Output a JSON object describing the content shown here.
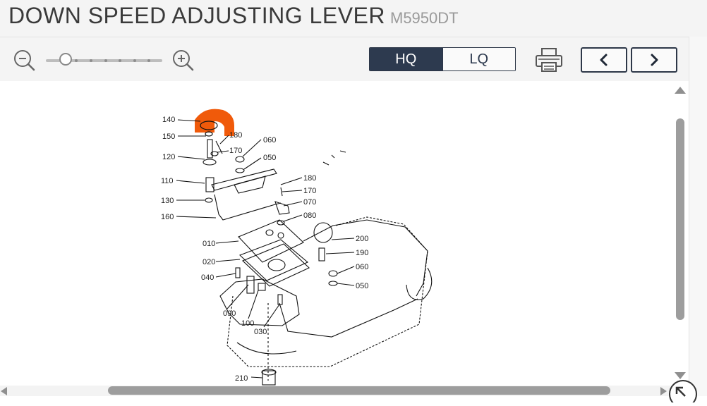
{
  "header": {
    "title": "DOWN SPEED ADJUSTING LEVER",
    "model": "M5950DT"
  },
  "toolbar": {
    "zoom_out_icon": "zoom-out-icon",
    "zoom_in_icon": "zoom-in-icon",
    "zoom_level": 0.17,
    "quality_options": [
      "HQ",
      "LQ"
    ],
    "quality_selected": "HQ",
    "print_icon": "printer-icon",
    "prev_icon": "chevron-left-icon",
    "next_icon": "chevron-right-icon"
  },
  "diagram": {
    "highlight_color": "#f05a0a",
    "part_labels": [
      {
        "id": "140"
      },
      {
        "id": "150"
      },
      {
        "id": "180"
      },
      {
        "id": "170"
      },
      {
        "id": "060"
      },
      {
        "id": "120"
      },
      {
        "id": "050"
      },
      {
        "id": "110"
      },
      {
        "id": "180"
      },
      {
        "id": "170"
      },
      {
        "id": "130"
      },
      {
        "id": "070"
      },
      {
        "id": "160"
      },
      {
        "id": "080"
      },
      {
        "id": "010"
      },
      {
        "id": "200"
      },
      {
        "id": "190"
      },
      {
        "id": "020"
      },
      {
        "id": "060"
      },
      {
        "id": "040"
      },
      {
        "id": "050"
      },
      {
        "id": "090"
      },
      {
        "id": "100"
      },
      {
        "id": "030"
      },
      {
        "id": "210"
      }
    ]
  },
  "scrollbars": {
    "vertical_position": 0.0,
    "horizontal_position": 0.18
  },
  "colors": {
    "accent": "#2d3a4f",
    "highlight": "#f05a0a"
  }
}
